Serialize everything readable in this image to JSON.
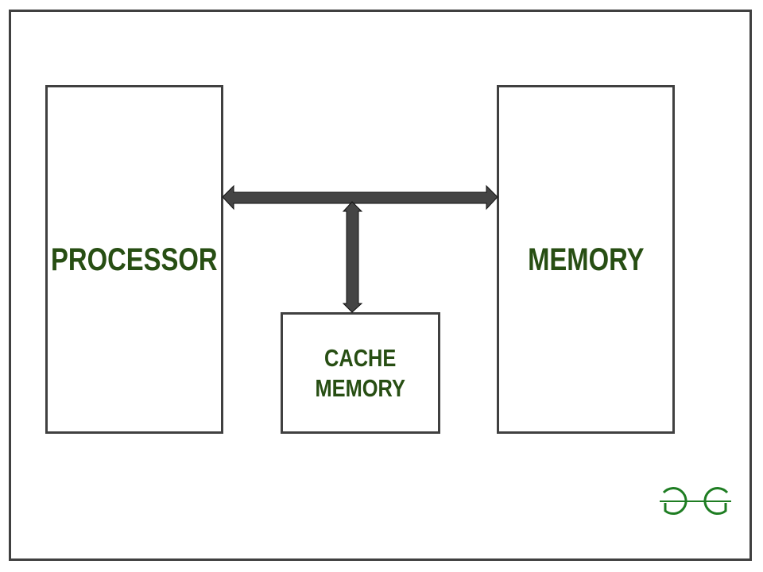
{
  "diagram": {
    "processor": {
      "label": "PROCESSOR"
    },
    "memory": {
      "label": "MEMORY"
    },
    "cache": {
      "label_line1": "CACHE",
      "label_line2": "MEMORY"
    },
    "connections": [
      {
        "from": "PROCESSOR",
        "to": "MEMORY",
        "type": "bidirectional-arrow"
      },
      {
        "from": "bus",
        "to": "CACHE MEMORY",
        "type": "bidirectional-arrow"
      }
    ],
    "colors": {
      "text": "#274e13",
      "border": "#404040",
      "arrow": "#444444",
      "logo": "#1e7d22"
    }
  },
  "logo": {
    "text": "GG"
  }
}
